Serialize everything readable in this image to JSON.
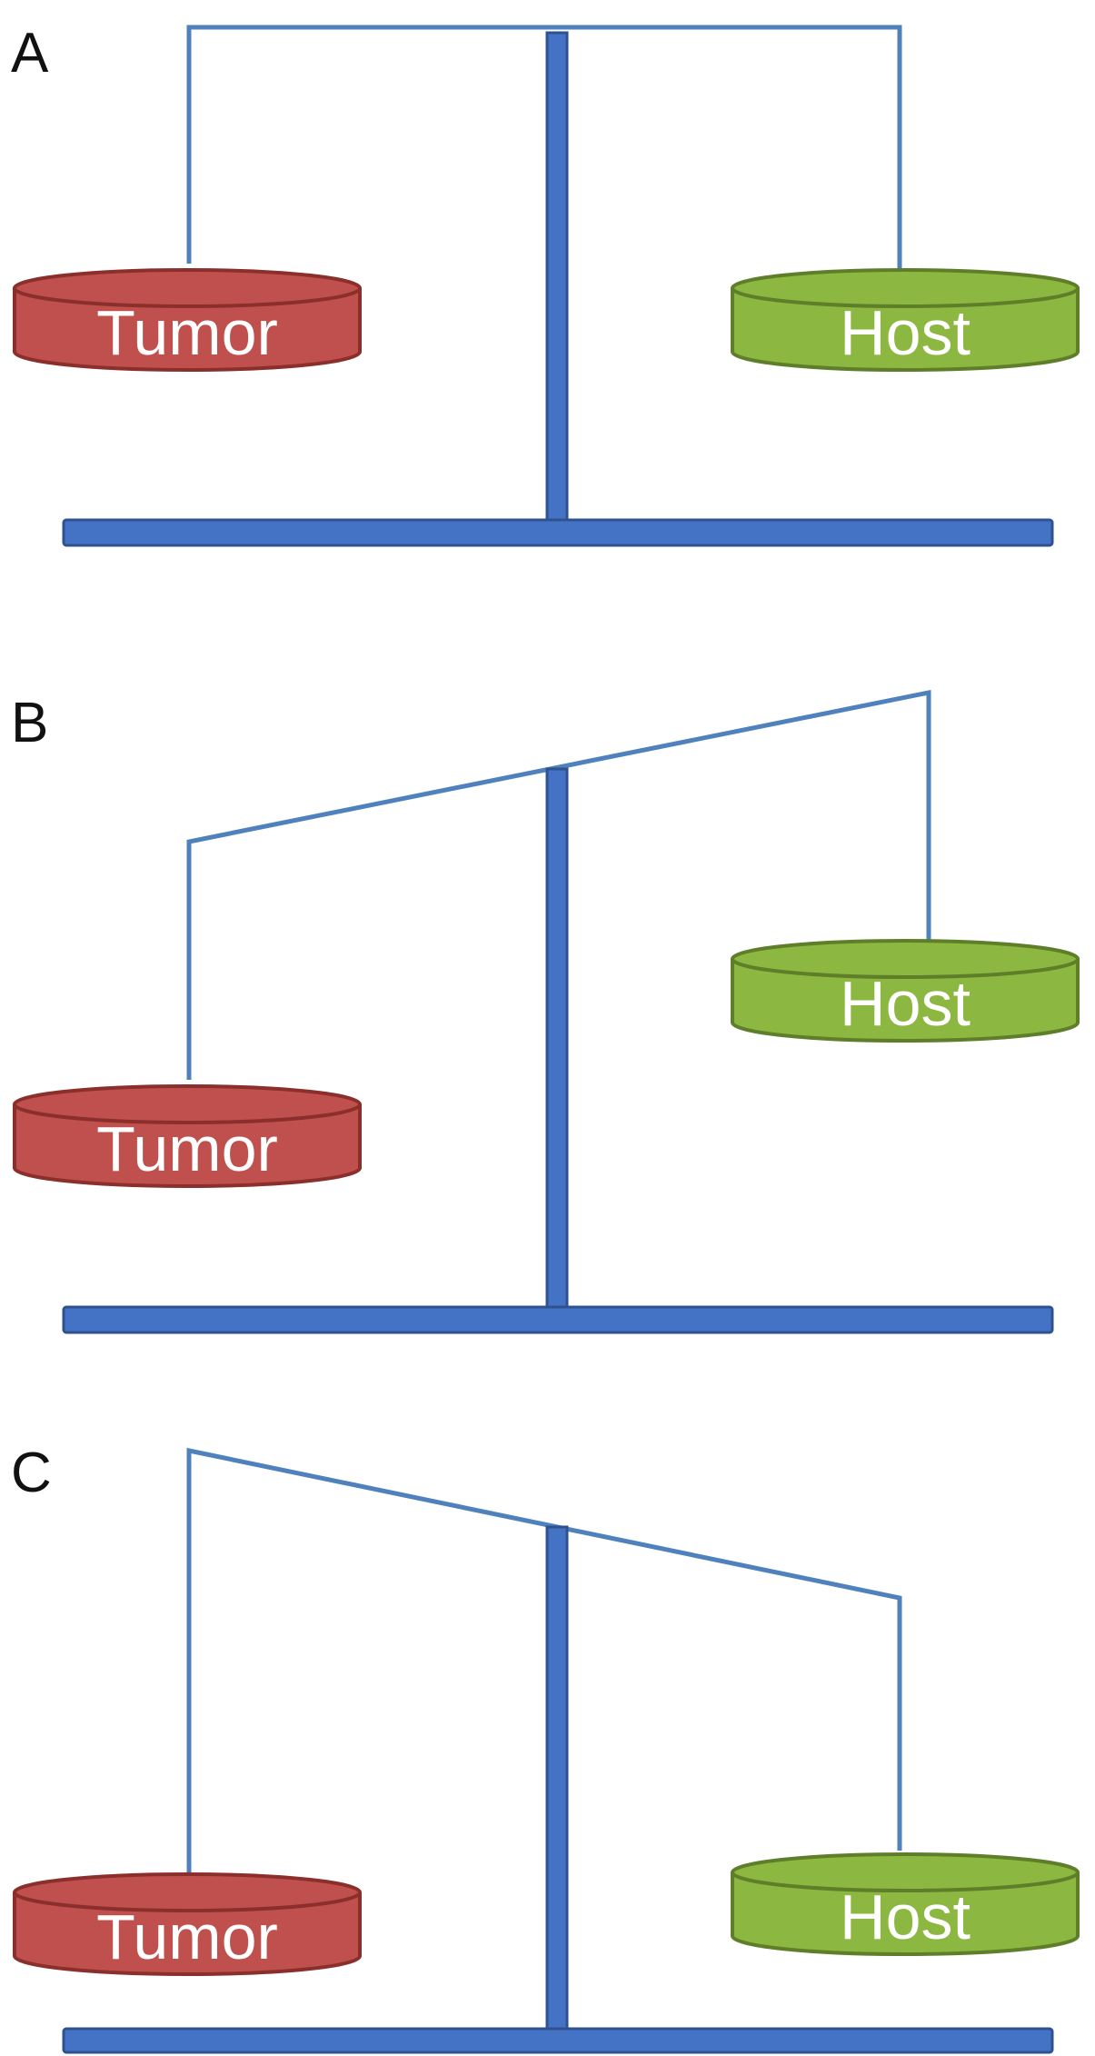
{
  "colors": {
    "beam": "#4f81bd",
    "stand": "#4472c4",
    "stand_dark": "#2f528f",
    "tumor_fill": "#c0504d",
    "tumor_dark": "#8b2f2c",
    "host_fill": "#8cb740",
    "host_dark": "#5e7e2a"
  },
  "labels": {
    "tumor": "Tumor",
    "host": "Host"
  },
  "panels": [
    {
      "letter": "A",
      "state": "balanced"
    },
    {
      "letter": "B",
      "state": "tumor heavier"
    },
    {
      "letter": "C",
      "state": "host heavier"
    }
  ]
}
